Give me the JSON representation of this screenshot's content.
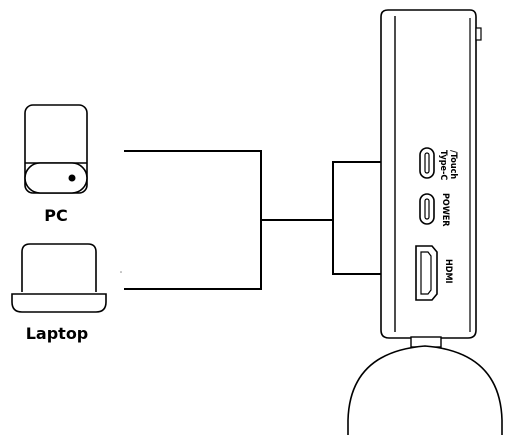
{
  "devices": {
    "pc_label": "PC",
    "laptop_label": "Laptop"
  },
  "monitor": {
    "ports": {
      "typec_line1": "Type-C",
      "typec_line2": "/Touch",
      "power": "POWER",
      "hdmi": "HDMI"
    }
  },
  "colors": {
    "line": "#000000",
    "background": "#ffffff"
  }
}
